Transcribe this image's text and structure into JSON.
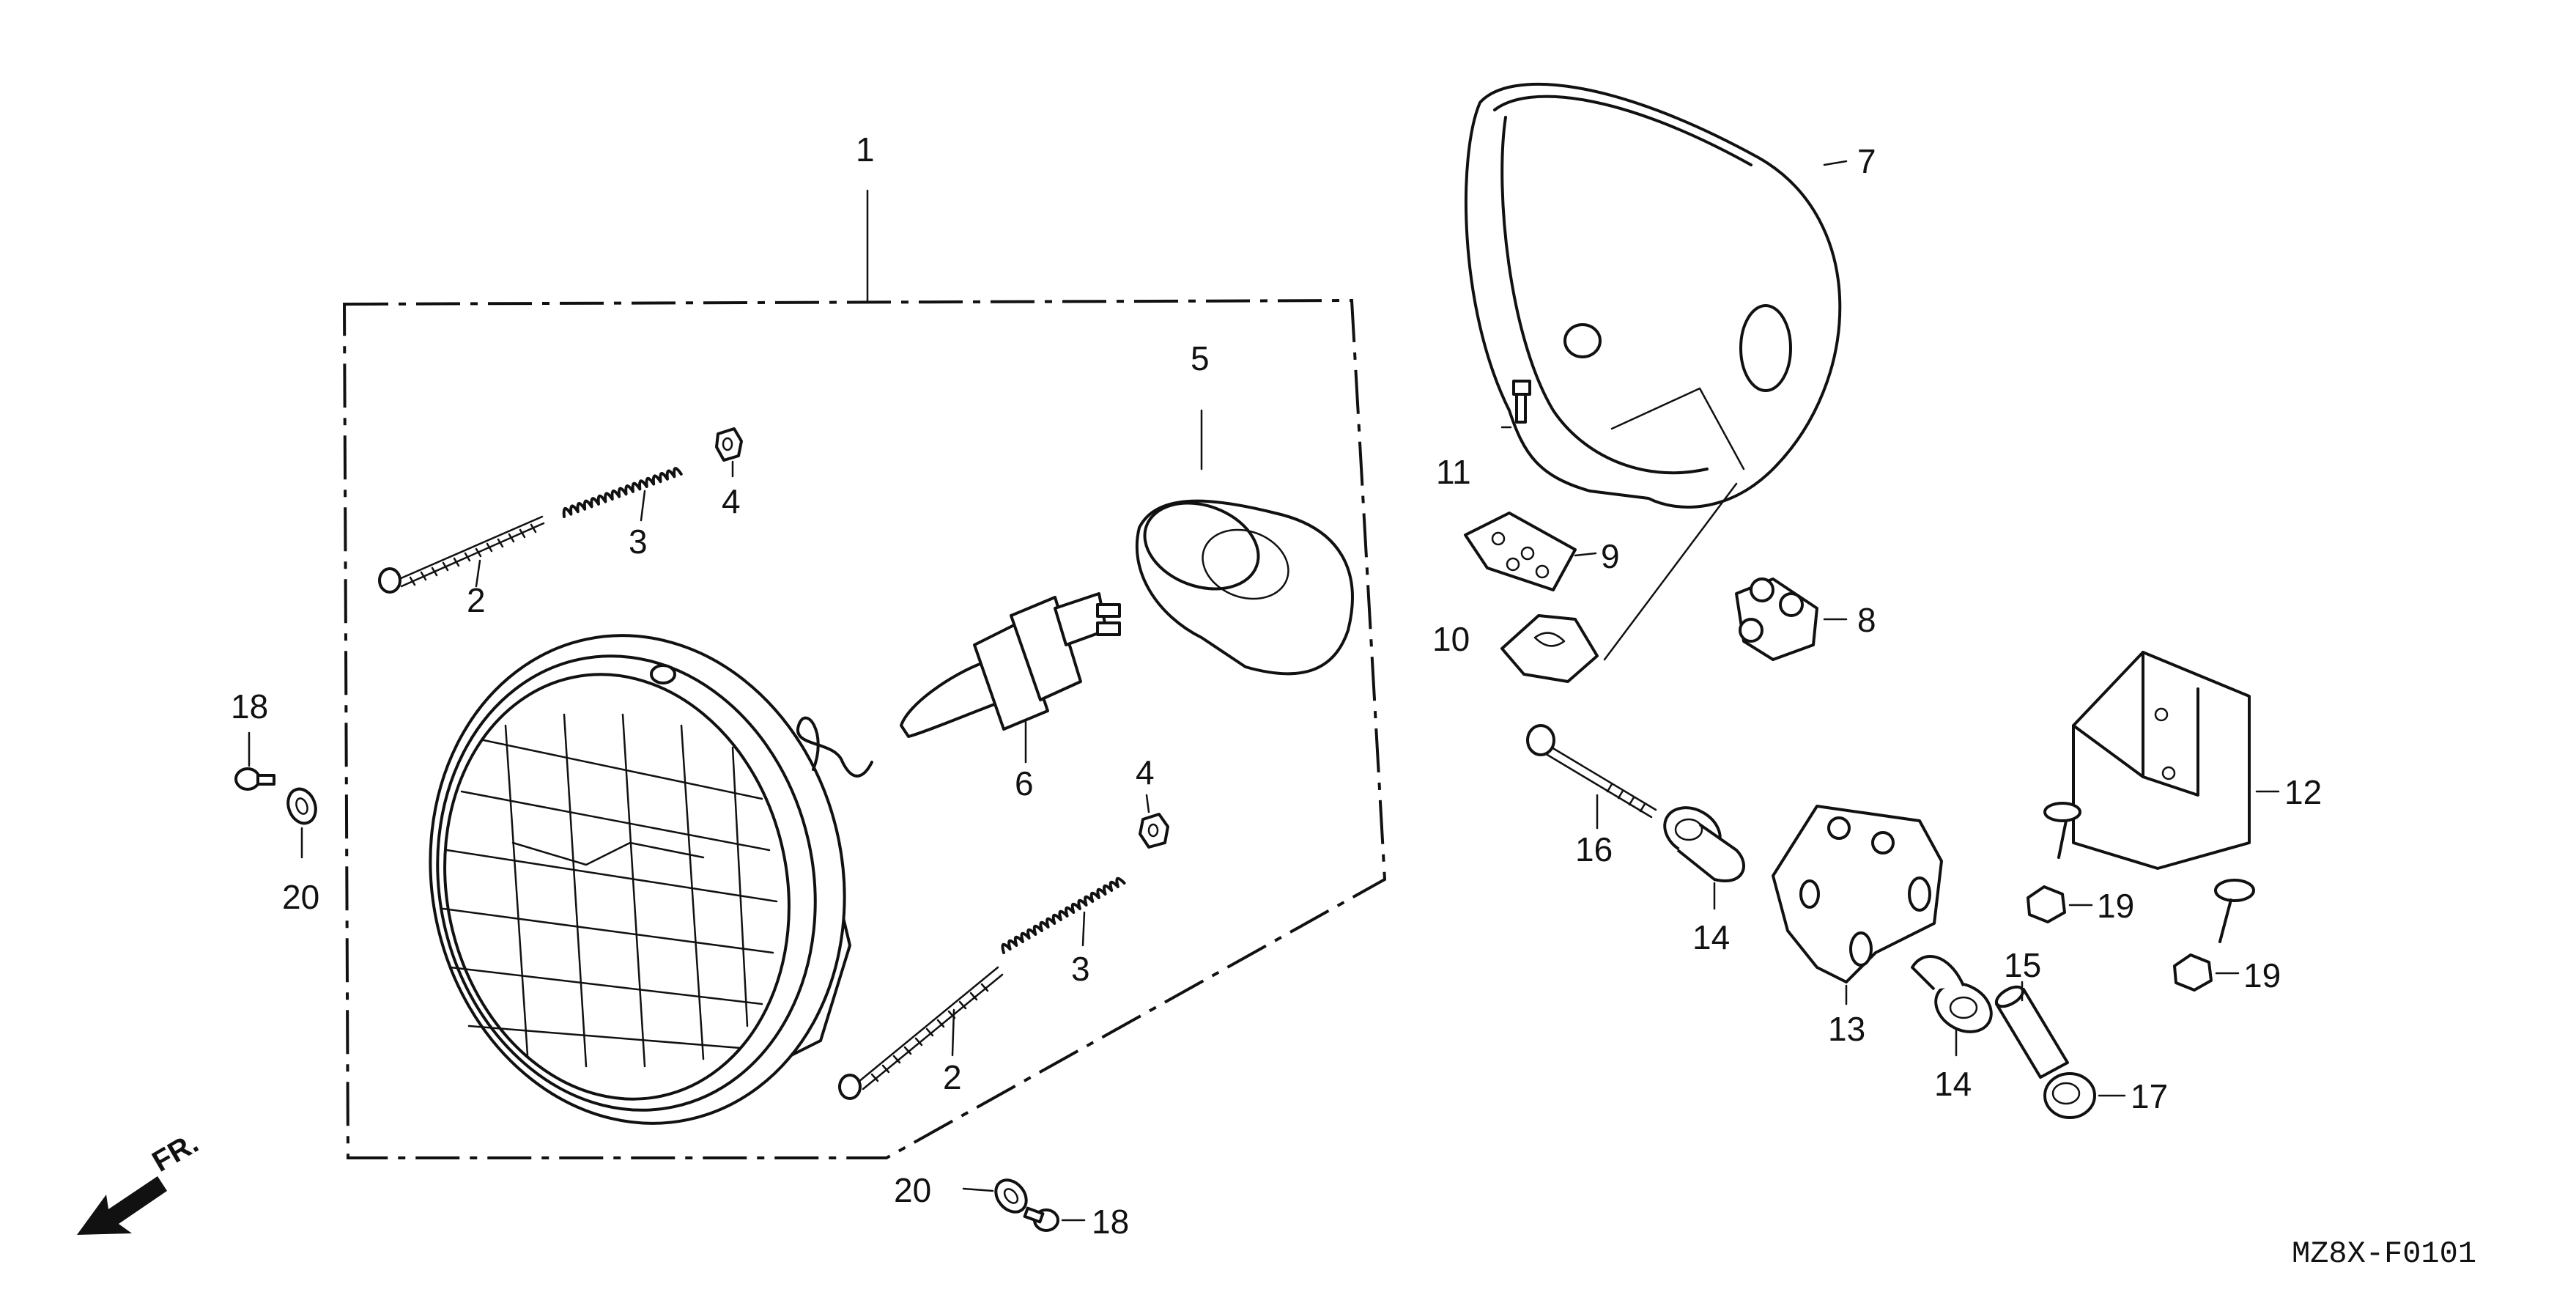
{
  "diagram_code": "MZ8X-F0101",
  "front_indicator": "FR.",
  "callouts": [
    {
      "id": "c1",
      "label": "1"
    },
    {
      "id": "c2a",
      "label": "2"
    },
    {
      "id": "c2b",
      "label": "2"
    },
    {
      "id": "c3a",
      "label": "3"
    },
    {
      "id": "c3b",
      "label": "3"
    },
    {
      "id": "c4a",
      "label": "4"
    },
    {
      "id": "c4b",
      "label": "4"
    },
    {
      "id": "c5",
      "label": "5"
    },
    {
      "id": "c6",
      "label": "6"
    },
    {
      "id": "c7",
      "label": "7"
    },
    {
      "id": "c8",
      "label": "8"
    },
    {
      "id": "c9",
      "label": "9"
    },
    {
      "id": "c10",
      "label": "10"
    },
    {
      "id": "c11",
      "label": "11"
    },
    {
      "id": "c12",
      "label": "12"
    },
    {
      "id": "c13",
      "label": "13"
    },
    {
      "id": "c14a",
      "label": "14"
    },
    {
      "id": "c14b",
      "label": "14"
    },
    {
      "id": "c15",
      "label": "15"
    },
    {
      "id": "c16",
      "label": "16"
    },
    {
      "id": "c17",
      "label": "17"
    },
    {
      "id": "c18a",
      "label": "18"
    },
    {
      "id": "c18b",
      "label": "18"
    },
    {
      "id": "c19a",
      "label": "19"
    },
    {
      "id": "c19b",
      "label": "19"
    },
    {
      "id": "c20a",
      "label": "20"
    },
    {
      "id": "c20b",
      "label": "20"
    }
  ]
}
